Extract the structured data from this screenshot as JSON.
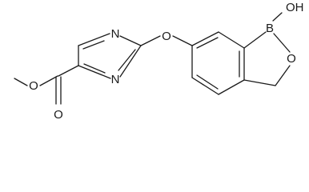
{
  "molecule": {
    "atom_labels": {
      "ester_O_single": "O",
      "ester_O_double": "O",
      "pyrimidine_N_upper": "N",
      "pyrimidine_N_lower": "N",
      "ether_O": "O",
      "boron": "B",
      "hydroxyl": "OH",
      "ring_O": "O"
    }
  }
}
